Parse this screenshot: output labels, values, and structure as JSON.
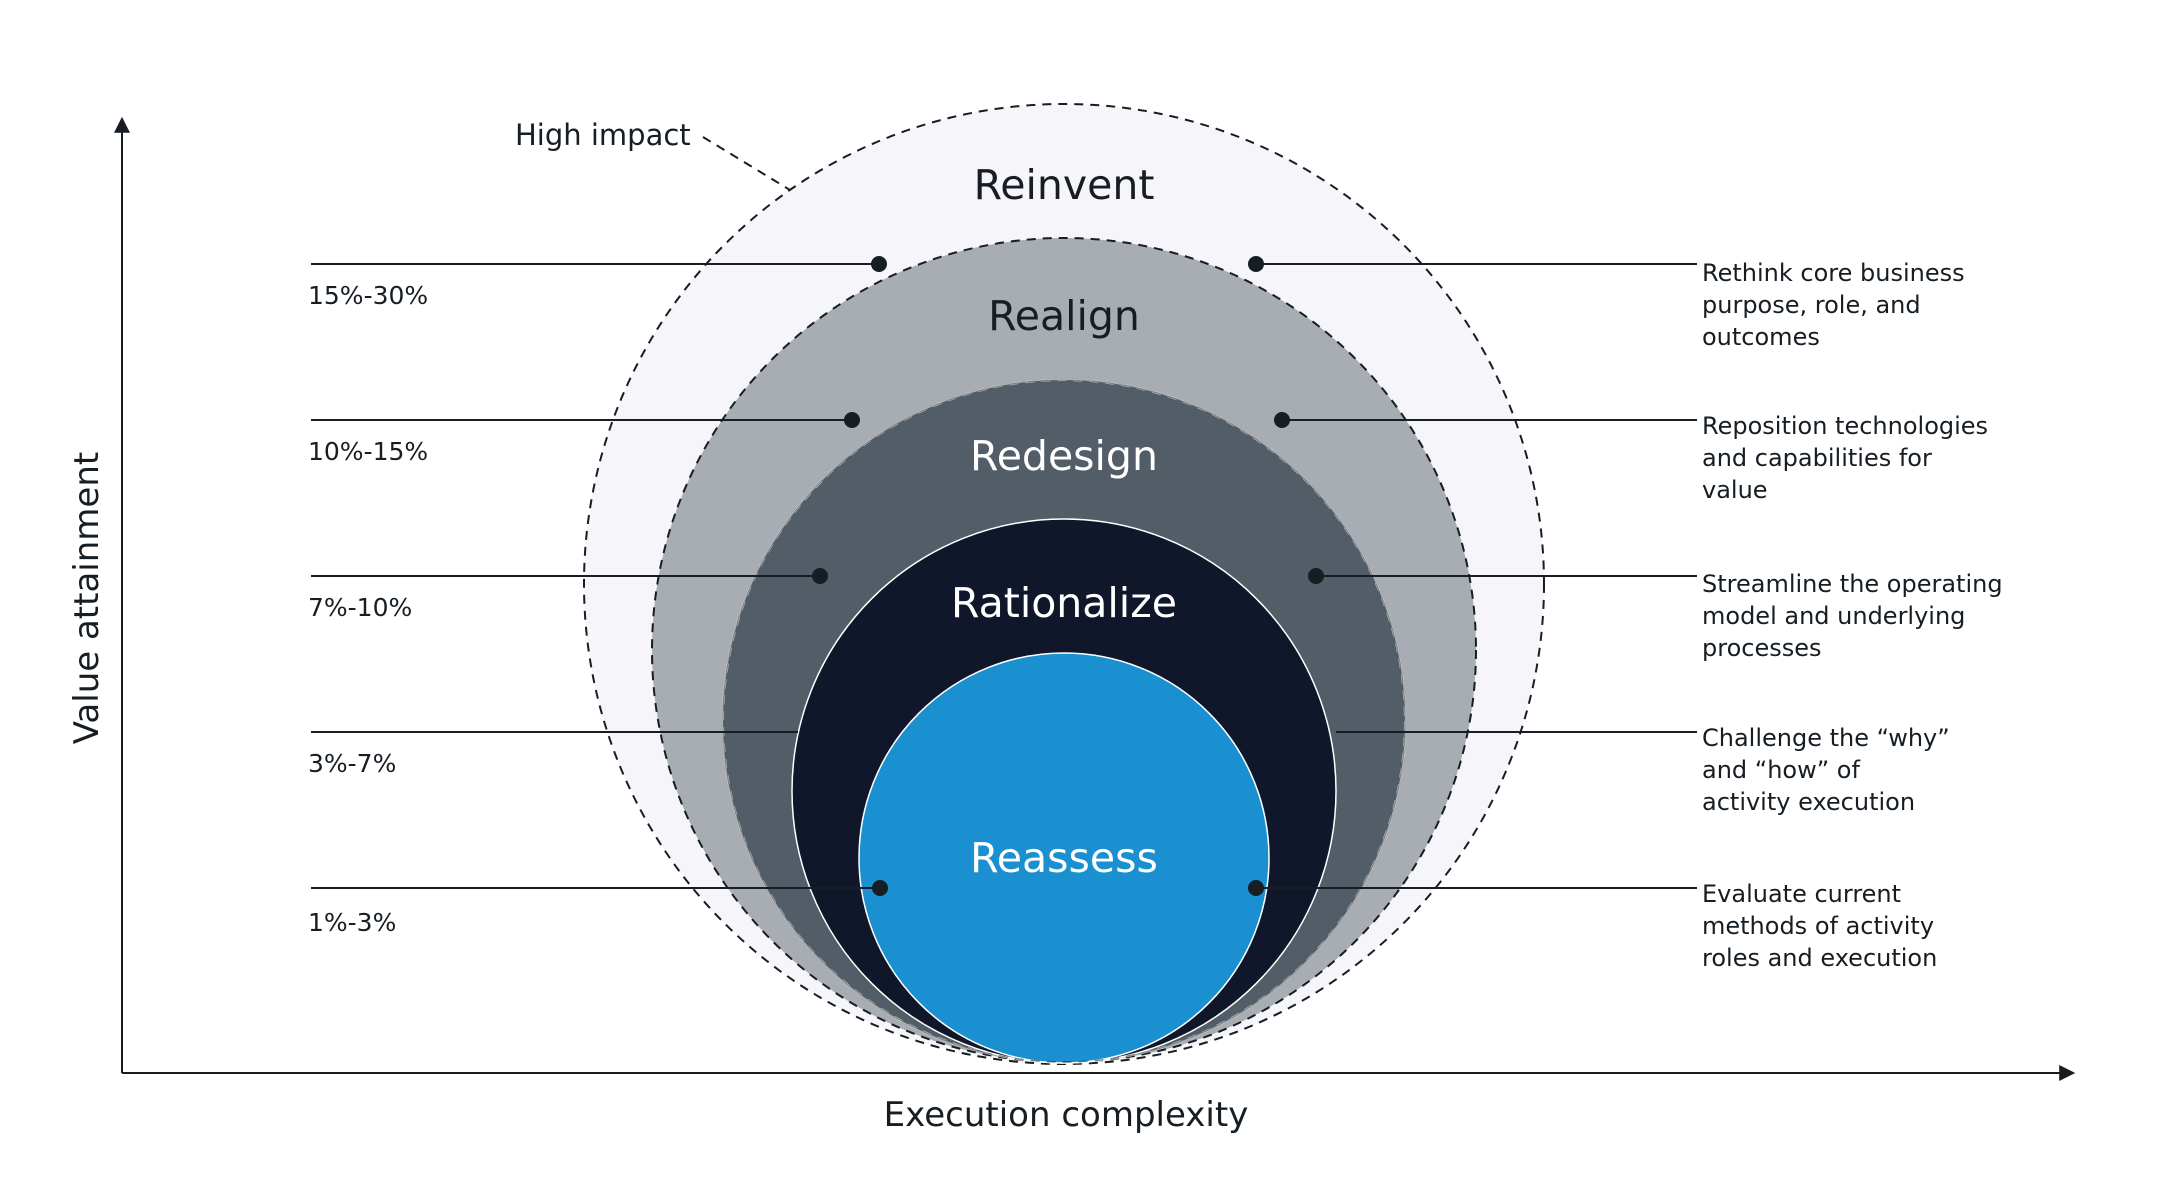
{
  "axes": {
    "y_label": "Value attainment",
    "x_label": "Execution complexity"
  },
  "annotation": "High impact",
  "levels": [
    {
      "name": "Reinvent",
      "range": "15%-30%",
      "description": [
        "Rethink core business",
        "purpose, role, and",
        "outcomes"
      ],
      "fill": "#f6f6fa",
      "text_color": "#161d23"
    },
    {
      "name": "Realign",
      "range": "10%-15%",
      "description": [
        "Reposition technologies",
        "and capabilities for",
        "value"
      ],
      "fill": "#a7adb2",
      "text_color": "#161d23"
    },
    {
      "name": "Redesign",
      "range": "7%-10%",
      "description": [
        "Streamline the operating",
        "model and underlying",
        "processes"
      ],
      "fill": "#535d68",
      "text_color": "#ffffff"
    },
    {
      "name": "Rationalize",
      "range": "3%-7%",
      "description": [
        "Challenge the “why”",
        "and “how” of",
        "activity execution"
      ],
      "fill": "#10172a",
      "text_color": "#ffffff"
    },
    {
      "name": "Reassess",
      "range": "1%-3%",
      "description": [
        "Evaluate current",
        "methods of activity",
        "roles and execution"
      ],
      "fill": "#1a90d0",
      "text_color": "#ffffff"
    }
  ],
  "colors": {
    "ink": "#161d23"
  }
}
